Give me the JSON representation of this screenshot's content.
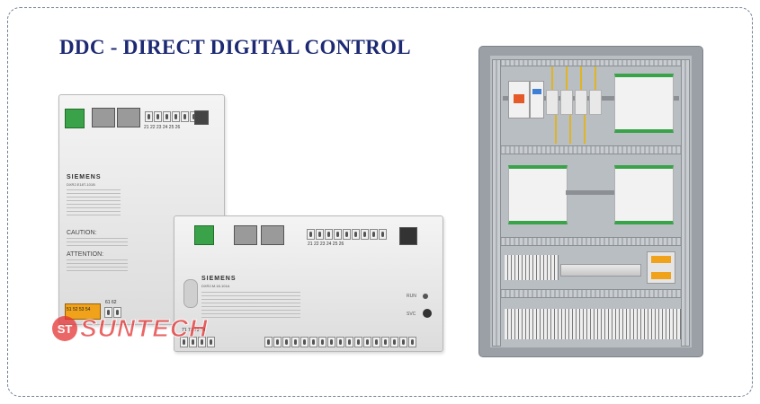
{
  "title": "DDC - DIRECT DIGITAL CONTROL",
  "device_upper": {
    "brand": "SIEMENS",
    "model": "DXR2.E18T-101B",
    "caution": "CAUTION:",
    "attention": "ATTENTION:",
    "terminals_top": "21 22 23 24 25 26",
    "terminals_bottom_left": "51 52 53 54",
    "terminals_bottom_mid": "61 62"
  },
  "device_lower": {
    "brand": "SIEMENS",
    "model": "DXR2.M.18-101A",
    "terminals_top": "21 22 23 24 25 26",
    "terminals_bottom": "71 72 73 74",
    "label_run": "RUN",
    "label_svc": "SVC"
  },
  "watermark": {
    "badge": "ST",
    "text": "SUNTECH"
  },
  "colors": {
    "title": "#1d2a73",
    "watermark": "#e53333",
    "frame": "#6f7f94"
  }
}
